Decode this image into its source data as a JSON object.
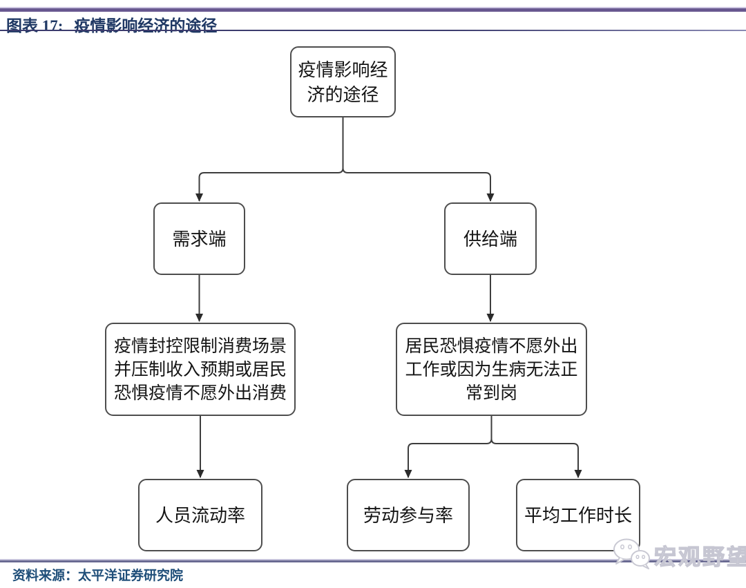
{
  "header": {
    "chart_label": "图表 17:",
    "chart_title": "疫情影响经济的途径"
  },
  "diagram": {
    "nodes": {
      "root": "疫情影响经\n济的途径",
      "demand": "需求端",
      "supply": "供给端",
      "demand_detail": "疫情封控限制消费场景\n并压制收入预期或居民\n恐惧疫情不愿外出消费",
      "supply_detail": "居民恐惧疫情不愿外出\n工作或因为生病无法正\n常到岗",
      "mobility": "人员流动率",
      "participation": "劳动参与率",
      "work_hours": "平均工作时长"
    },
    "edges": [
      {
        "from": "root",
        "to": "demand"
      },
      {
        "from": "root",
        "to": "supply"
      },
      {
        "from": "demand",
        "to": "demand_detail"
      },
      {
        "from": "supply",
        "to": "supply_detail"
      },
      {
        "from": "demand_detail",
        "to": "mobility"
      },
      {
        "from": "supply_detail",
        "to": "participation"
      },
      {
        "from": "supply_detail",
        "to": "work_hours"
      }
    ]
  },
  "footer": {
    "source": "资料来源：太平洋证券研究院",
    "watermark": "宏观野望"
  },
  "colors": {
    "title_text": "#1f3864",
    "top_rule": "#685890",
    "bottom_rule": "#6a6a92",
    "box_border": "#4d4d4d",
    "connector": "#3d3d3d",
    "watermark": "#c9c9d3"
  },
  "icons": {
    "watermark_icon": "wechat-icon"
  }
}
